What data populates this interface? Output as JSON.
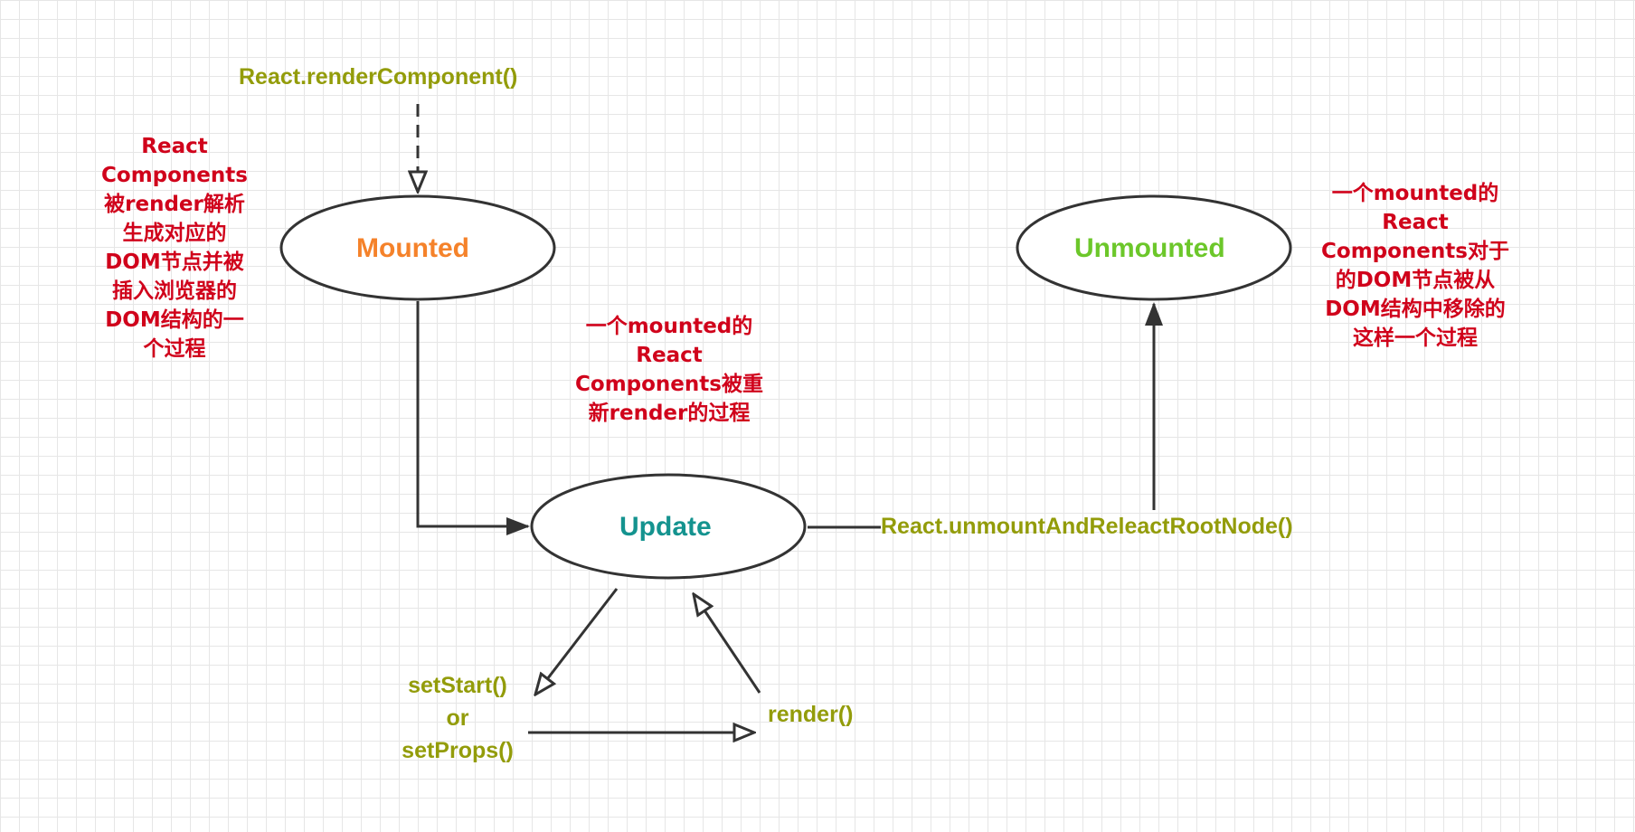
{
  "colors": {
    "note_text": "#d0021b",
    "method_text": "#939c0a",
    "mounted": "#f5822a",
    "update": "#14938f",
    "unmounted": "#6cc72a",
    "stroke": "#333333",
    "grid": "#e6e6e6"
  },
  "nodes": {
    "mounted": "Mounted",
    "update": "Update",
    "unmounted": "Unmounted"
  },
  "methods": {
    "render_component": "React.renderComponent()",
    "unmount": "React.unmountAndReleactRootNode()",
    "set_state": [
      "setStart()",
      "or",
      "setProps()"
    ],
    "render": "render()"
  },
  "notes": {
    "mounting": [
      "React",
      "Components",
      "被render解析",
      "生成对应的",
      "DOM节点并被",
      "插入浏览器的",
      "DOM结构的一",
      "个过程"
    ],
    "updating": [
      "一个mounted的",
      "React",
      "Components被重",
      "新render的过程"
    ],
    "unmounting": [
      "一个mounted的",
      "React",
      "Components对于",
      "的DOM节点被从",
      "DOM结构中移除的",
      "这样一个过程"
    ]
  }
}
